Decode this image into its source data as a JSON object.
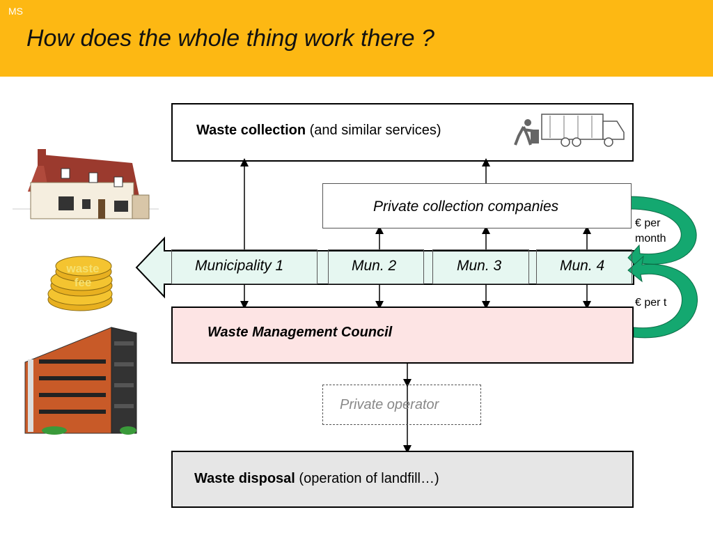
{
  "header": {
    "tag": "MS",
    "title": "How does the whole thing work there ?"
  },
  "collection": {
    "bold": "Waste collection",
    "rest": " (and similar services)"
  },
  "private_companies": {
    "label": "Private collection companies"
  },
  "municipalities": [
    {
      "label": "Municipality 1"
    },
    {
      "label": "Mun. 2"
    },
    {
      "label": "Mun. 3"
    },
    {
      "label": "Mun. 4"
    }
  ],
  "council": {
    "label": "Waste Management Council"
  },
  "operator": {
    "label": "Private operator"
  },
  "disposal": {
    "bold": "Waste disposal",
    "rest": " (operation of landfill…)"
  },
  "fees": {
    "per_month": "€ per month",
    "per_t": "€ per t",
    "waste_fee": "waste fee"
  },
  "colors": {
    "header": "#FDB813",
    "green_arrow": "#14A870",
    "left_arrow_fill": "#E6F7F1",
    "council_fill": "#FDE4E4",
    "disposal_fill": "#E6E6E6",
    "coin": "#F4C430"
  },
  "icons": [
    "house-icon",
    "coins-icon",
    "apartment-building-icon",
    "garbage-truck-icon",
    "bulldozer-icon",
    "worker-icon"
  ]
}
